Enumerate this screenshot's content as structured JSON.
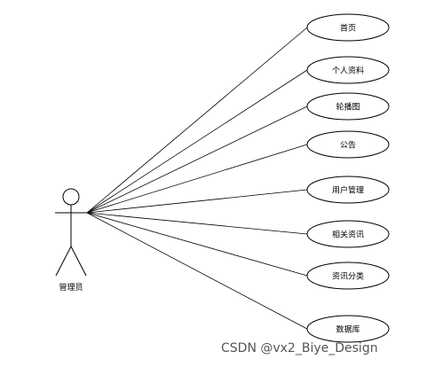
{
  "actor": {
    "label": "管理员"
  },
  "use_cases": [
    {
      "label": "首页"
    },
    {
      "label": "个人资料"
    },
    {
      "label": "轮播图"
    },
    {
      "label": "公告"
    },
    {
      "label": "用户管理"
    },
    {
      "label": "相关资讯"
    },
    {
      "label": "资讯分类"
    },
    {
      "label": "数据库"
    }
  ],
  "watermark": "CSDN @vx2_Biye_Design"
}
